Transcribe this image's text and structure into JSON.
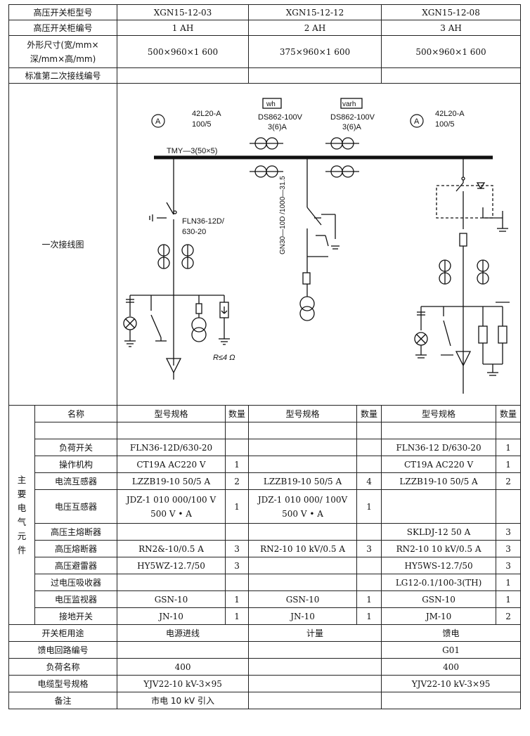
{
  "header": {
    "row_cabinet_model": {
      "label": "高压开关柜型号",
      "values": [
        "XGN15-12-03",
        "XGN15-12-12",
        "XGN15-12-08"
      ]
    },
    "row_cabinet_number": {
      "label": "高压开关柜编号",
      "values": [
        "1 AH",
        "2 AH",
        "3 AH"
      ]
    },
    "row_dimensions": {
      "label_line1": "外形尺寸(宽/mm×",
      "label_line2": "深/mm×高/mm)",
      "values": [
        "500×960×1 600",
        "375×960×1 600",
        "500×960×1 600"
      ]
    },
    "row_secondary": {
      "label": "标准第二次接线编号",
      "values": [
        "",
        "",
        ""
      ]
    }
  },
  "diagram": {
    "label": "一次接线图",
    "ammeter_left_symbol": "A",
    "ammeter_left_model": "42L20-A",
    "ammeter_left_ratio": "100/5",
    "wh_meter_symbol": "wh",
    "wh_meter_model": "DS862-100V",
    "wh_meter_rating": "3(6)A",
    "varh_meter_symbol": "varh",
    "varh_meter_model": "DS862-100V",
    "varh_meter_rating": "3(6)A",
    "ammeter_right_symbol": "A",
    "ammeter_right_model": "42L20-A",
    "ammeter_right_ratio": "100/5",
    "busbar_label": "TMY—3(50×5)",
    "load_switch_model": "FLN36-12D/",
    "load_switch_rating": "630-20",
    "isolator_label": "GN30—10D /1000—31.5",
    "ground_resistance": "R≤4 Ω"
  },
  "components": {
    "section_label": "主要电气元件",
    "section_chars": [
      "主",
      "要",
      "电",
      "气",
      "元",
      "件"
    ],
    "col_name": "名称",
    "col_spec": "型号规格",
    "col_qty": "数量",
    "rows": [
      {
        "name": "",
        "c1": "",
        "q1": "",
        "c2": "",
        "q2": "",
        "c3": "",
        "q3": ""
      },
      {
        "name": "负荷开关",
        "c1": "FLN36-12D/630-20",
        "q1": "",
        "c2": "",
        "q2": "",
        "c3": "FLN36-12 D/630-20",
        "q3": "1"
      },
      {
        "name": "操作机构",
        "c1": "CT19A AC220 V",
        "q1": "1",
        "c2": "",
        "q2": "",
        "c3": "CT19A AC220 V",
        "q3": "1"
      },
      {
        "name": "电流互感器",
        "c1": "LZZB19-10 50/5 A",
        "q1": "2",
        "c2": "LZZB19-10 50/5 A",
        "q2": "4",
        "c3": "LZZB19-10 50/5 A",
        "q3": "2"
      },
      {
        "name": "电压互感器",
        "c1": "JDZ-1 010 000/100 V 500 V • A",
        "q1": "1",
        "c2": "JDZ-1 010 000/ 100V 500 V • A",
        "q2": "1",
        "c3": "",
        "q3": ""
      },
      {
        "name": "高压主熔断器",
        "c1": "",
        "q1": "",
        "c2": "",
        "q2": "",
        "c3": "SKLDJ-12 50 A",
        "q3": "3"
      },
      {
        "name": "高压熔断器",
        "c1": "RN2&-10/0.5 A",
        "q1": "3",
        "c2": "RN2-10 10 kV/0.5 A",
        "q2": "3",
        "c3": "RN2-10 10 kV/0.5 A",
        "q3": "3"
      },
      {
        "name": "高压避雷器",
        "c1": "HY5WZ-12.7/50",
        "q1": "3",
        "c2": "",
        "q2": "",
        "c3": "HY5WS-12.7/50",
        "q3": "3"
      },
      {
        "name": "过电压吸收器",
        "c1": "",
        "q1": "",
        "c2": "",
        "q2": "",
        "c3": "LG12-0.1/100-3(TH)",
        "q3": "1"
      },
      {
        "name": "电压监视器",
        "c1": "GSN-10",
        "q1": "1",
        "c2": "GSN-10",
        "q2": "1",
        "c3": "GSN-10",
        "q3": "1"
      },
      {
        "name": "接地开关",
        "c1": "JN-10",
        "q1": "1",
        "c2": "JN-10",
        "q2": "1",
        "c3": "JM-10",
        "q3": "2"
      }
    ]
  },
  "footer": {
    "usage": {
      "label": "开关柜用途",
      "values": [
        "电源进线",
        "计量",
        "馈电"
      ]
    },
    "circuit_no": {
      "label": "馈电回路编号",
      "values": [
        "",
        "",
        "G01"
      ]
    },
    "load_name": {
      "label": "负荷名称",
      "values": [
        "400",
        "",
        "400"
      ]
    },
    "cable_spec": {
      "label": "电缆型号规格",
      "values": [
        "YJV22-10 kV-3×95",
        "",
        "YJV22-10 kV-3×95"
      ]
    },
    "remarks": {
      "label": "备注",
      "values": [
        "市电 10 kV 引入",
        "",
        ""
      ]
    }
  }
}
